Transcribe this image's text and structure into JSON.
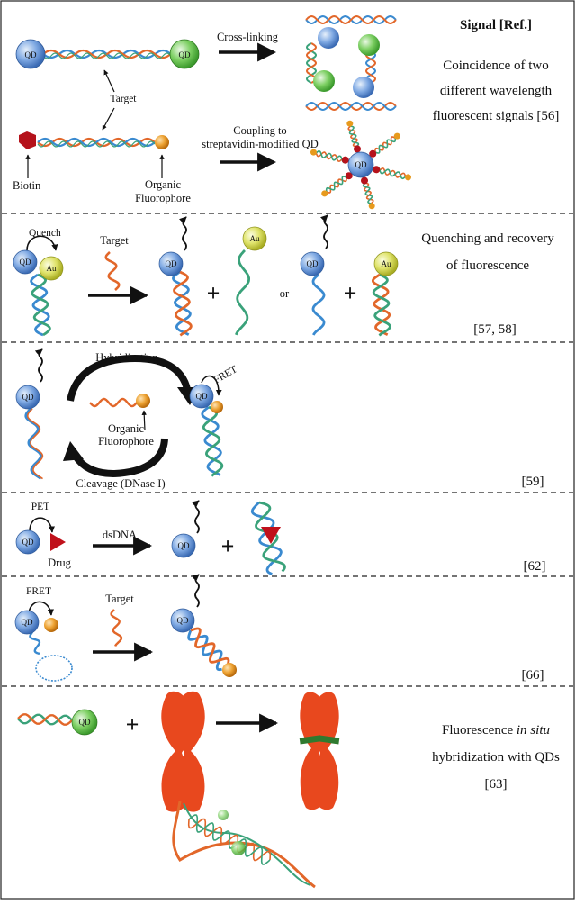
{
  "colors": {
    "qd_blue": "#5b8fd6",
    "qd_green": "#5cbf4a",
    "gold": "#d4d94a",
    "fluorophore": "#e79a1d",
    "biotin": "#b5121b",
    "chromosome": "#e8481e",
    "chromosome_band": "#2f7a2f",
    "strand_blue": "#3a8ad0",
    "strand_orange": "#e2672a",
    "strand_green": "#3aa27a"
  },
  "header": {
    "signal_ref": "Signal [Ref.]"
  },
  "panel1": {
    "qd_left": "QD",
    "qd_right": "QD",
    "cross_linking": "Cross-linking",
    "target": "Target",
    "coupling_line1": "Coupling to",
    "coupling_line2": "streptavidin-modified QD",
    "biotin": "Biotin",
    "organic": "Organic",
    "fluorophore": "Fluorophore",
    "qd_star": "QD",
    "signal_line1": "Coincidence of two",
    "signal_line2": "different wavelength",
    "signal_line3": "fluorescent signals [56]"
  },
  "panel2": {
    "quench": "Quench",
    "qd": "QD",
    "au": "Au",
    "target": "Target",
    "plus": "+",
    "or": "or",
    "signal_line1": "Quenching and recovery",
    "signal_line2": "of fluorescence",
    "ref": "[57, 58]"
  },
  "panel3": {
    "qd": "QD",
    "hybridization": "Hybridization",
    "organic": "Organic",
    "fluorophore": "Fluorophore",
    "fret": "FRET",
    "cleavage": "Cleavage (DNase I)",
    "ref": "[59]"
  },
  "panel4": {
    "pet": "PET",
    "qd": "QD",
    "drug": "Drug",
    "dsdna": "dsDNA",
    "plus": "+",
    "ref": "[62]"
  },
  "panel5": {
    "fret": "FRET",
    "qd": "QD",
    "target": "Target",
    "ref": "[66]"
  },
  "panel6": {
    "qd": "QD",
    "plus": "+",
    "signal_line1": "Fluorescence ",
    "signal_italic": "in situ",
    "signal_line2": "hybridization with QDs",
    "ref": "[63]"
  }
}
